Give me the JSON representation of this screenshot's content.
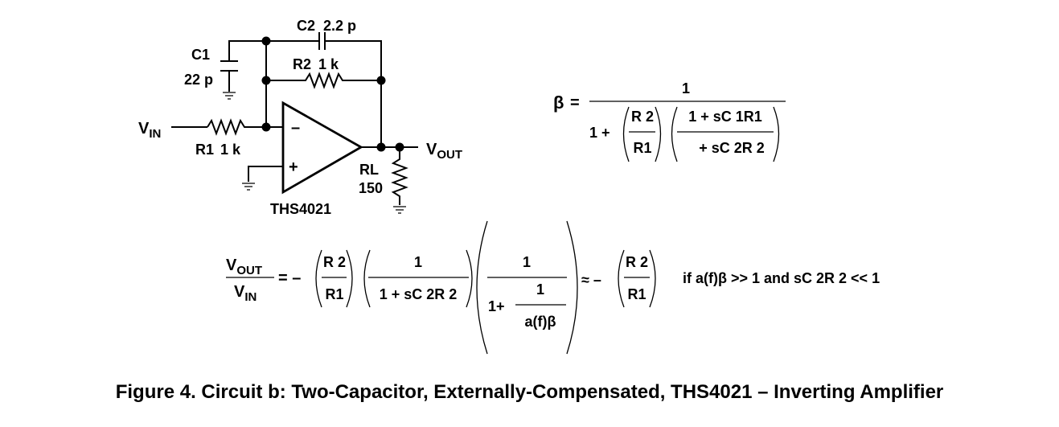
{
  "circuit": {
    "c1": {
      "name": "C1",
      "value": "22 p"
    },
    "c2": {
      "name": "C2",
      "value": "2.2 p"
    },
    "r2": {
      "name": "R2",
      "value": "1 k"
    },
    "r1": {
      "name": "R1",
      "value": "1 k"
    },
    "rl": {
      "name": "RL",
      "value": "150"
    },
    "vin": {
      "main": "V",
      "sub": "IN"
    },
    "vout": {
      "main": "V",
      "sub": "OUT"
    },
    "opamp": {
      "name": "THS4021",
      "inv": "–",
      "noninv": "+"
    }
  },
  "beta_eq": {
    "lhs": "β",
    "eq": "=",
    "numerator": "1",
    "one_plus": "1 +",
    "frac_a_num": "R 2",
    "frac_a_den": "R1",
    "frac_b_num": "1 + sC 1R1",
    "frac_b_den": "+ sC 2R 2"
  },
  "gain_eq": {
    "lhs_num_main": "V",
    "lhs_num_sub": "OUT",
    "lhs_den_main": "V",
    "lhs_den_sub": "IN",
    "eq": "= –",
    "f1_num": "R 2",
    "f1_den": "R1",
    "f2_num": "1",
    "f2_den": "1 + sC 2R 2",
    "f3_num": "1",
    "f3_den_lead": "1+",
    "f3_inner_num": "1",
    "f3_inner_den": "a(f)β",
    "approx": "≈ –",
    "f4_num": "R 2",
    "f4_den": "R1",
    "condition": "if a(f)β  >> 1 and  sC 2R 2  << 1"
  },
  "caption": "Figure 4.  Circuit b: Two-Capacitor, Externally-Compensated, THS4021 – Inverting Amplifier"
}
